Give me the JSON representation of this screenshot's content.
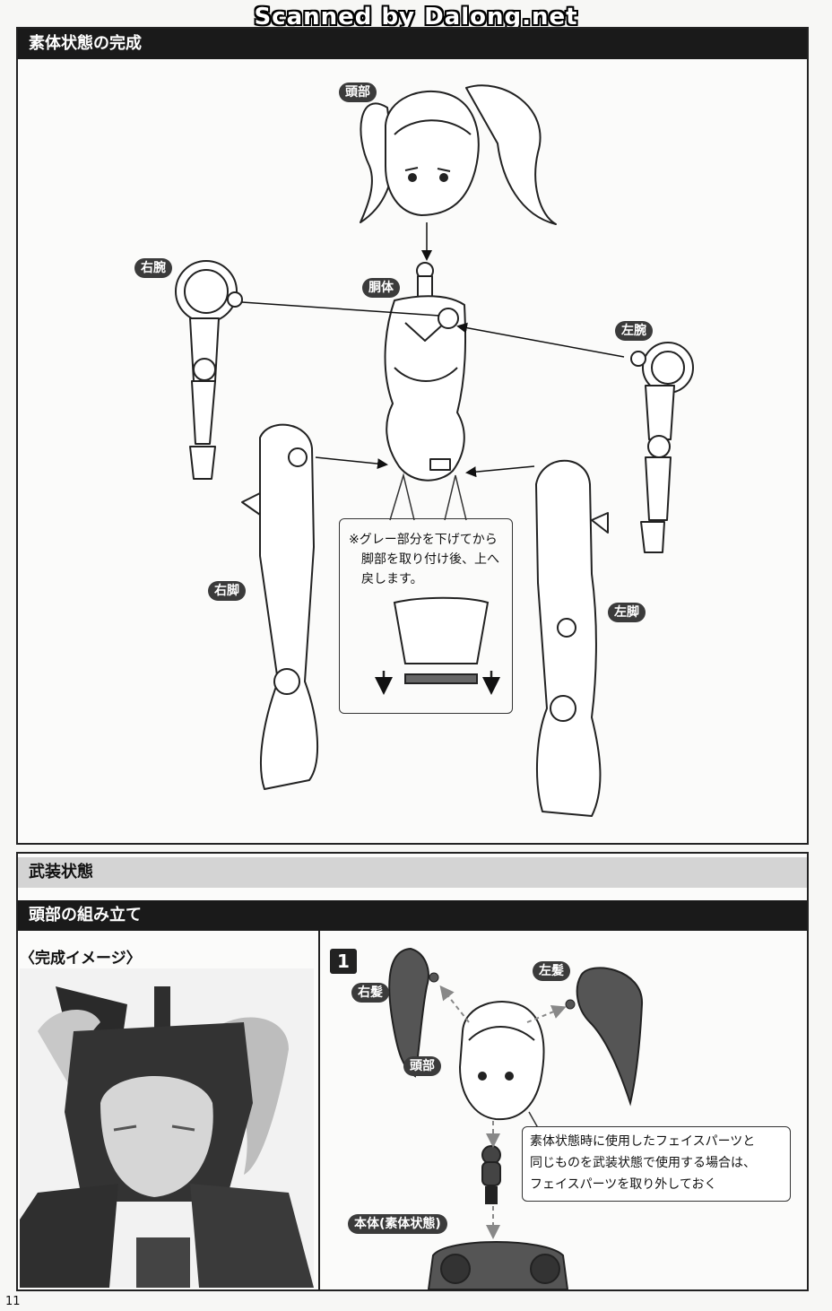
{
  "watermark": "Scanned by Dalong.net",
  "page_number": "11",
  "section1": {
    "title": "素体状態の完成",
    "labels": {
      "head": "頭部",
      "torso": "胴体",
      "right_arm": "右腕",
      "left_arm": "左腕",
      "right_leg": "右脚",
      "left_leg": "左脚"
    },
    "note_lines": [
      "※グレー部分を下げてから",
      "脚部を取り付け後、上へ",
      "戻します。"
    ]
  },
  "section2": {
    "title": "武装状態",
    "subtitle": "頭部の組み立て",
    "complete_image_label": "〈完成イメージ〉",
    "step": "1",
    "labels": {
      "right_hair": "右髪",
      "left_hair": "左髪",
      "head": "頭部",
      "body": "本体(素体状態)"
    },
    "note_lines": [
      "素体状態時に使用したフェイスパーツと",
      "同じものを武装状態で使用する場合は、",
      "フェイスパーツを取り外しておく"
    ]
  }
}
